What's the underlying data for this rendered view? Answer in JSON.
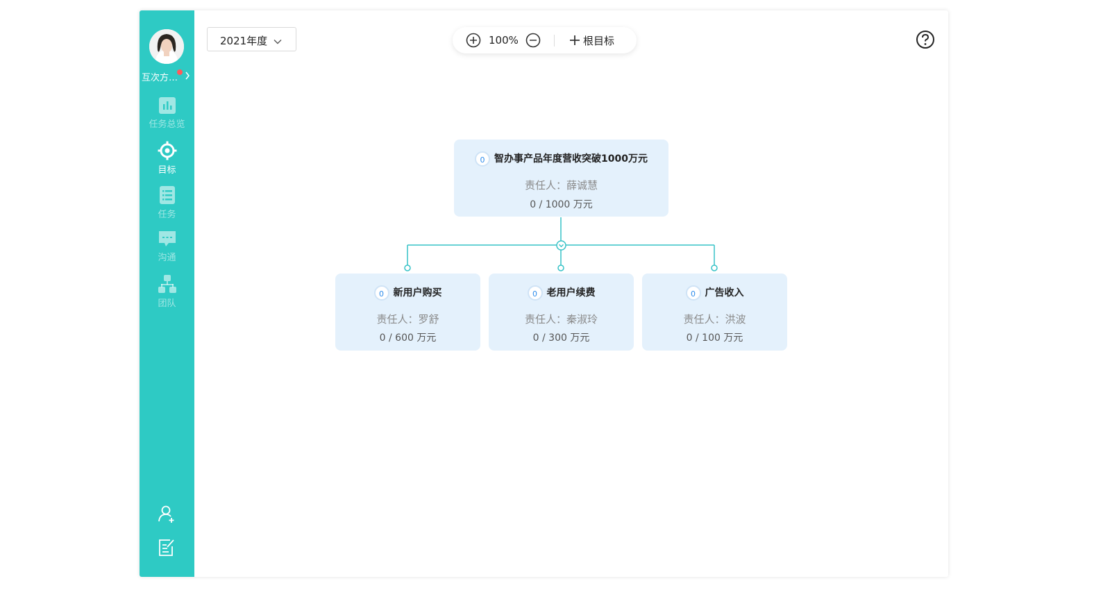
{
  "sidebar": {
    "user_name": "互次方…",
    "nav": [
      {
        "label": "任务总览",
        "icon": "bar-chart-icon",
        "active": false
      },
      {
        "label": "目标",
        "icon": "target-icon",
        "active": true
      },
      {
        "label": "任务",
        "icon": "task-list-icon",
        "active": false
      },
      {
        "label": "沟通",
        "icon": "chat-icon",
        "active": false
      },
      {
        "label": "团队",
        "icon": "org-tree-icon",
        "active": false
      }
    ],
    "bottom_icons": [
      "invite-user-icon",
      "edit-note-icon"
    ]
  },
  "toolbar": {
    "year_label": "2021年度",
    "zoom_value": "100%",
    "add_root_label": "根目标",
    "help_icon": "help-icon"
  },
  "goals": {
    "root": {
      "badge": "0",
      "title": "智办事产品年度营收突破1000万元",
      "owner": "责任人：薛诚慧",
      "progress": "0 / 1000 万元"
    },
    "children": [
      {
        "badge": "0",
        "title": "新用户购买",
        "owner": "责任人：罗舒",
        "progress": "0 / 600 万元"
      },
      {
        "badge": "0",
        "title": "老用户续费",
        "owner": "责任人：秦淑玲",
        "progress": "0 / 300 万元"
      },
      {
        "badge": "0",
        "title": "广告收入",
        "owner": "责任人：洪波",
        "progress": "0 / 100 万元"
      }
    ]
  },
  "colors": {
    "sidebar_bg": "#2ecac4",
    "card_bg": "#e4f1fc",
    "connector": "#36c2c7",
    "badge_text": "#2d8ceb",
    "notify_dot": "#ff5a5a"
  }
}
